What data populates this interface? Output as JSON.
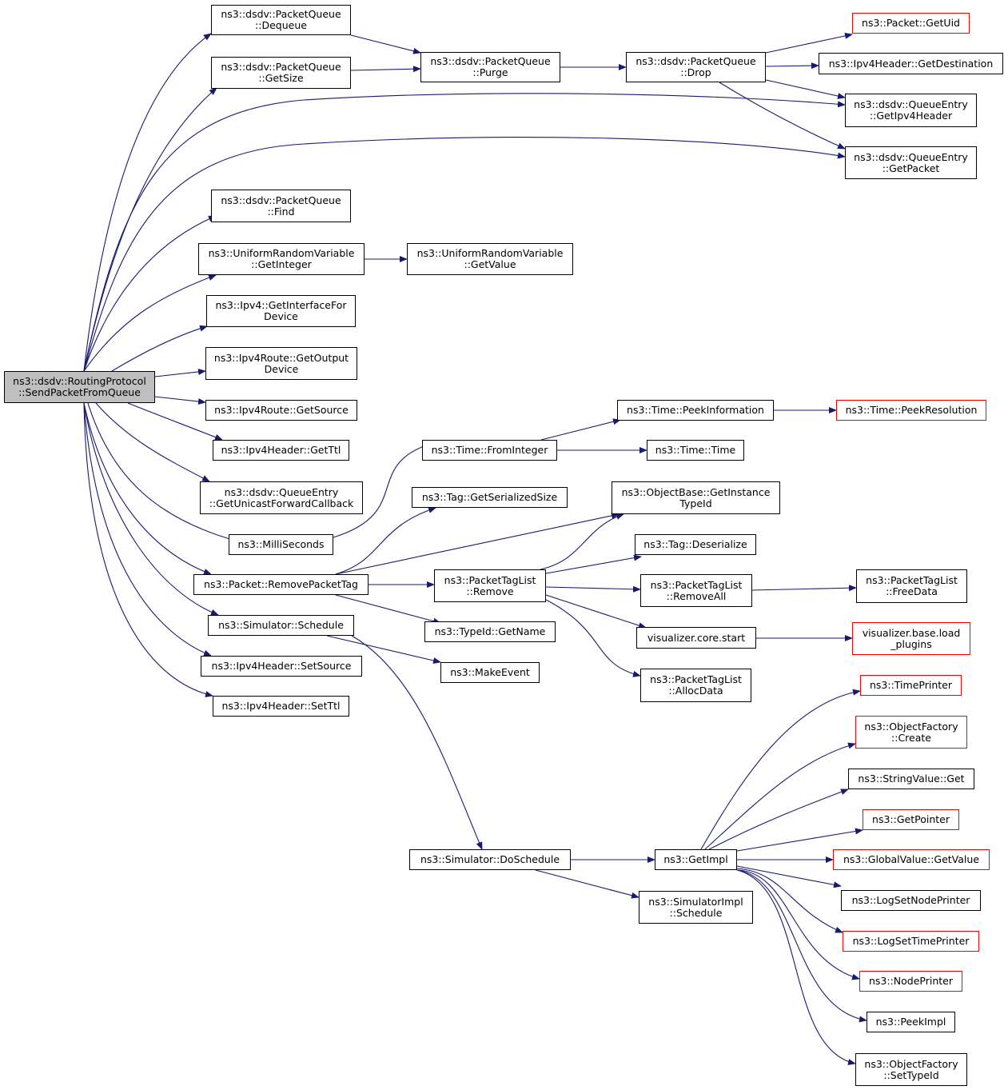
{
  "diagram": {
    "colors": {
      "edge": "#191970",
      "box_border": "#000000",
      "external_border": "#ff0000",
      "root_fill": "#bfbfbf"
    },
    "nodes": {
      "root": {
        "l1": "ns3::dsdv::RoutingProtocol",
        "l2": "::SendPacketFromQueue"
      },
      "dequeue": {
        "l1": "ns3::dsdv::PacketQueue",
        "l2": "::Dequeue"
      },
      "getsize": {
        "l1": "ns3::dsdv::PacketQueue",
        "l2": "::GetSize"
      },
      "purge": {
        "l1": "ns3::dsdv::PacketQueue",
        "l2": "::Purge"
      },
      "drop": {
        "l1": "ns3::dsdv::PacketQueue",
        "l2": "::Drop"
      },
      "getuid": {
        "l1": "ns3::Packet::GetUid"
      },
      "getdest": {
        "l1": "ns3::Ipv4Header::GetDestination"
      },
      "getipv4header": {
        "l1": "ns3::dsdv::QueueEntry",
        "l2": "::GetIpv4Header"
      },
      "getpacket": {
        "l1": "ns3::dsdv::QueueEntry",
        "l2": "::GetPacket"
      },
      "find": {
        "l1": "ns3::dsdv::PacketQueue",
        "l2": "::Find"
      },
      "getinteger": {
        "l1": "ns3::UniformRandomVariable",
        "l2": "::GetInteger"
      },
      "getvalue_urv": {
        "l1": "ns3::UniformRandomVariable",
        "l2": "::GetValue"
      },
      "getifdevice": {
        "l1": "ns3::Ipv4::GetInterfaceFor",
        "l2": "Device"
      },
      "getoutputdevice": {
        "l1": "ns3::Ipv4Route::GetOutput",
        "l2": "Device"
      },
      "getsource": {
        "l1": "ns3::Ipv4Route::GetSource"
      },
      "getttl": {
        "l1": "ns3::Ipv4Header::GetTtl"
      },
      "getunicast": {
        "l1": "ns3::dsdv::QueueEntry",
        "l2": "::GetUnicastForwardCallback"
      },
      "milliseconds": {
        "l1": "ns3::MilliSeconds"
      },
      "removepackettag": {
        "l1": "ns3::Packet::RemovePacketTag"
      },
      "schedule": {
        "l1": "ns3::Simulator::Schedule"
      },
      "setsource": {
        "l1": "ns3::Ipv4Header::SetSource"
      },
      "setttl": {
        "l1": "ns3::Ipv4Header::SetTtl"
      },
      "peekinfo": {
        "l1": "ns3::Time::PeekInformation"
      },
      "peekres": {
        "l1": "ns3::Time::PeekResolution"
      },
      "frominteger": {
        "l1": "ns3::Time::FromInteger"
      },
      "time": {
        "l1": "ns3::Time::Time"
      },
      "getserializedsize": {
        "l1": "ns3::Tag::GetSerializedSize"
      },
      "getinstancetypeid": {
        "l1": "ns3::ObjectBase::GetInstance",
        "l2": "TypeId"
      },
      "deserialize": {
        "l1": "ns3::Tag::Deserialize"
      },
      "ptl_remove": {
        "l1": "ns3::PacketTagList",
        "l2": "::Remove"
      },
      "removeall": {
        "l1": "ns3::PacketTagList",
        "l2": "::RemoveAll"
      },
      "freedata": {
        "l1": "ns3::PacketTagList",
        "l2": "::FreeData"
      },
      "vizstart": {
        "l1": "visualizer.core.start"
      },
      "vizload": {
        "l1": "visualizer.base.load",
        "l2": "_plugins"
      },
      "getname": {
        "l1": "ns3::TypeId::GetName"
      },
      "makeevent": {
        "l1": "ns3::MakeEvent"
      },
      "allocdata": {
        "l1": "ns3::PacketTagList",
        "l2": "::AllocData"
      },
      "timeprinter": {
        "l1": "ns3::TimePrinter"
      },
      "ofcreate": {
        "l1": "ns3::ObjectFactory",
        "l2": "::Create"
      },
      "stringvalueget": {
        "l1": "ns3::StringValue::Get"
      },
      "getpointer": {
        "l1": "ns3::GetPointer"
      },
      "gvgetvalue": {
        "l1": "ns3::GlobalValue::GetValue"
      },
      "logsetnode": {
        "l1": "ns3::LogSetNodePrinter"
      },
      "logsettime": {
        "l1": "ns3::LogSetTimePrinter"
      },
      "nodeprinter": {
        "l1": "ns3::NodePrinter"
      },
      "peekimpl": {
        "l1": "ns3::PeekImpl"
      },
      "ofsettypeid": {
        "l1": "ns3::ObjectFactory",
        "l2": "::SetTypeId"
      },
      "doschedule": {
        "l1": "ns3::Simulator::DoSchedule"
      },
      "getimpl": {
        "l1": "ns3::GetImpl"
      },
      "simimplschedule": {
        "l1": "ns3::SimulatorImpl",
        "l2": "::Schedule"
      }
    }
  }
}
